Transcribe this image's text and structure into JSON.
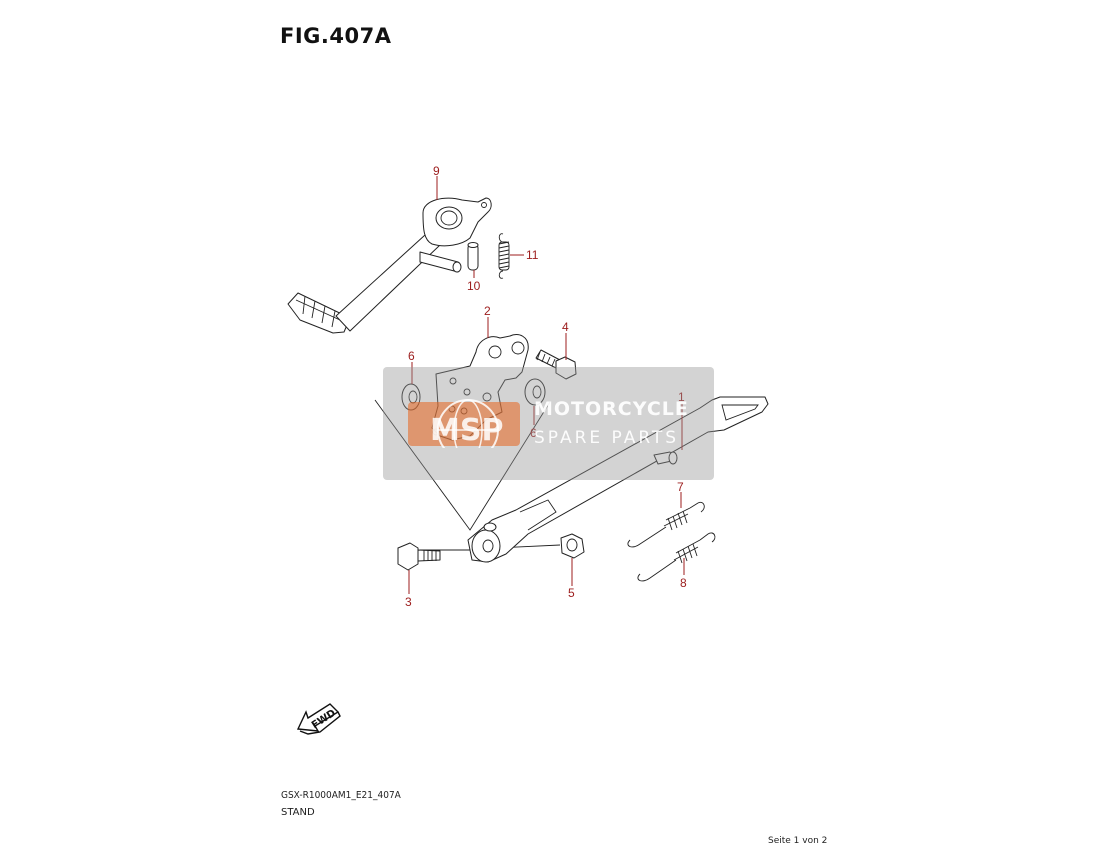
{
  "figure": {
    "title": "FIG.407A"
  },
  "callouts": [
    {
      "id": "callout-1",
      "label": "1"
    },
    {
      "id": "callout-2",
      "label": "2"
    },
    {
      "id": "callout-3",
      "label": "3"
    },
    {
      "id": "callout-4",
      "label": "4"
    },
    {
      "id": "callout-5",
      "label": "5"
    },
    {
      "id": "callout-6a",
      "label": "6"
    },
    {
      "id": "callout-6b",
      "label": "6"
    },
    {
      "id": "callout-7",
      "label": "7"
    },
    {
      "id": "callout-8",
      "label": "8"
    },
    {
      "id": "callout-9",
      "label": "9"
    },
    {
      "id": "callout-10",
      "label": "10"
    },
    {
      "id": "callout-11",
      "label": "11"
    }
  ],
  "watermark": {
    "logo_text": "MSP",
    "line1": "MOTORCYCLE",
    "line2": "SPARE PARTS",
    "accent_color": "#e8641e"
  },
  "direction_badge": {
    "label": "FWD"
  },
  "footer": {
    "model_code": "GSX-R1000AM1_E21_407A",
    "section_name": "STAND",
    "page_indicator": "Seite 1 von 2"
  },
  "colors": {
    "callout": "#9c1c1c",
    "line_art": "#222222"
  }
}
